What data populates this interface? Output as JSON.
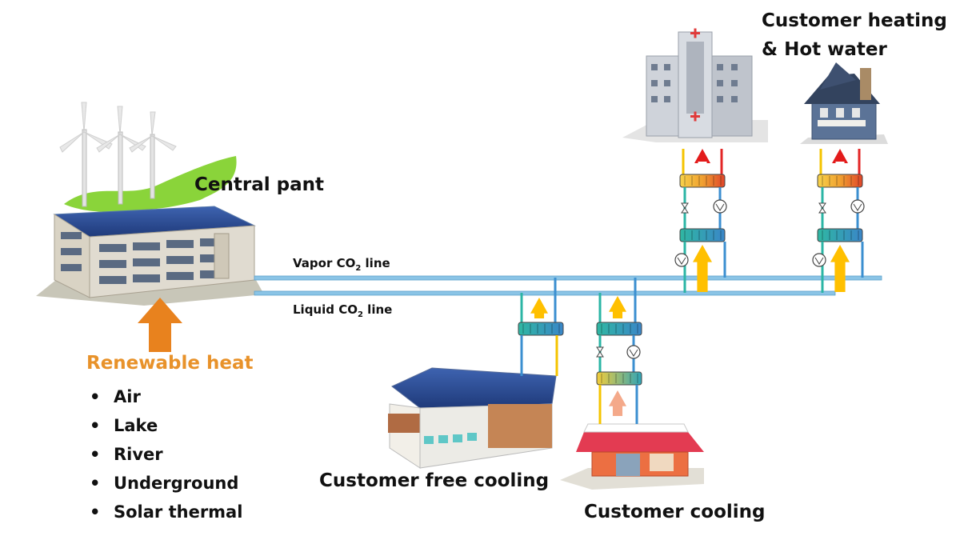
{
  "labels": {
    "central_plant": "Central pant",
    "heating_line1": "Customer heating",
    "heating_line2": "& Hot water",
    "vapor_prefix": "Vapor CO",
    "vapor_suffix": " line",
    "liquid_prefix": "Liquid CO",
    "liquid_suffix": " line",
    "subscript": "2",
    "renewable_heat": "Renewable heat",
    "free_cooling": "Customer free cooling",
    "cooling": "Customer cooling"
  },
  "renewable_sources": [
    "Air",
    "Lake",
    "River",
    "Underground",
    "Solar thermal"
  ],
  "colors": {
    "vapor_line": "#8ac4e6",
    "liquid_line": "#8ac4e6",
    "hot_arrow": "#e31b1b",
    "heat_arrow": "#ffc000",
    "renewable_arrow": "#e8821e",
    "cooling_arrow": "#f4a98a",
    "pipe_blue": "#3b8fd0",
    "pipe_teal": "#2bb5a5",
    "pipe_yellow": "#f5c400",
    "pipe_red": "#e32626"
  }
}
